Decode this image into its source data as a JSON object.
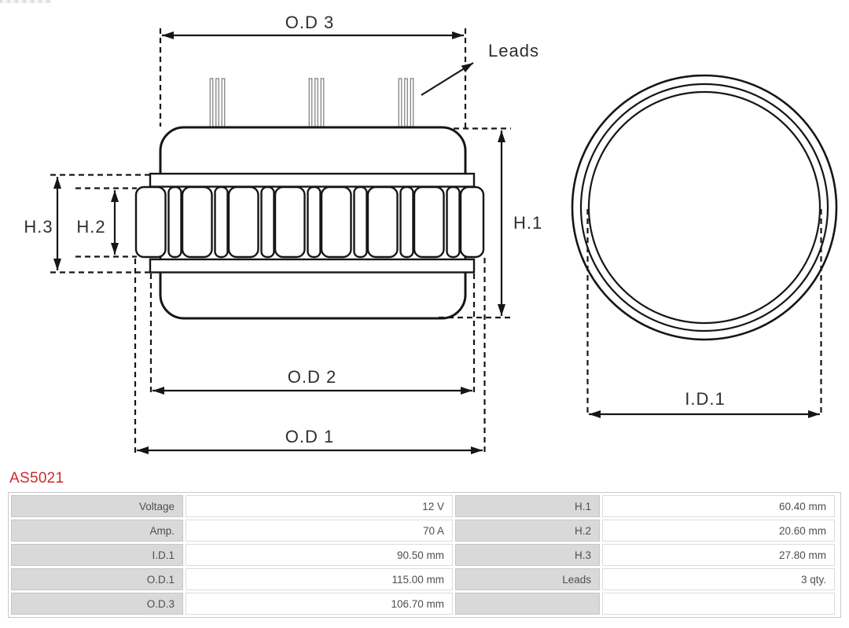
{
  "part_number": "AS5021",
  "diagram": {
    "labels": {
      "od3": "O.D 3",
      "od2": "O.D 2",
      "od1": "O.D 1",
      "h1": "H.1",
      "h2": "H.2",
      "h3": "H.3",
      "id1": "I.D.1",
      "leads": "Leads"
    },
    "line_color": "#161616",
    "lead_wire_color": "#7a7a7a",
    "label_color": "#2e2e2e"
  },
  "spec_table": {
    "rows": [
      {
        "left_label": "Voltage",
        "left_value": "12 V",
        "right_label": "H.1",
        "right_value": "60.40 mm"
      },
      {
        "left_label": "Amp.",
        "left_value": "70 A",
        "right_label": "H.2",
        "right_value": "20.60 mm"
      },
      {
        "left_label": "I.D.1",
        "left_value": "90.50 mm",
        "right_label": "H.3",
        "right_value": "27.80 mm"
      },
      {
        "left_label": "O.D.1",
        "left_value": "115.00 mm",
        "right_label": "Leads",
        "right_value": "3 qty."
      },
      {
        "left_label": "O.D.3",
        "left_value": "106.70 mm",
        "right_label": "",
        "right_value": ""
      }
    ],
    "label_bg": "#d9d9d9",
    "accent_red": "#cc2b29"
  }
}
